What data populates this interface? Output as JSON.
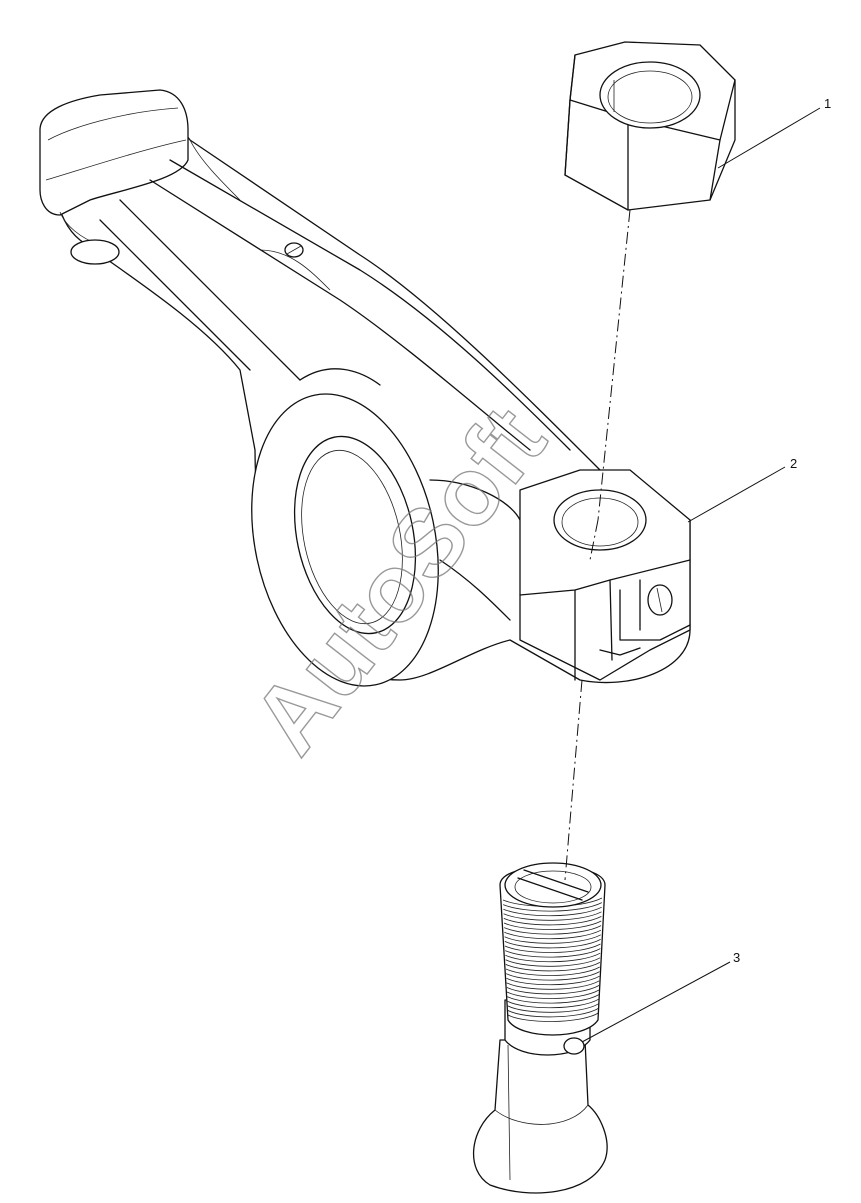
{
  "callouts": [
    {
      "number": "1",
      "part": "nut"
    },
    {
      "number": "2",
      "part": "rocker-arm"
    },
    {
      "number": "3",
      "part": "adjusting-screw"
    }
  ],
  "watermark": {
    "text": "AutoSoft",
    "color": "#777777"
  },
  "line_color": "#111111"
}
